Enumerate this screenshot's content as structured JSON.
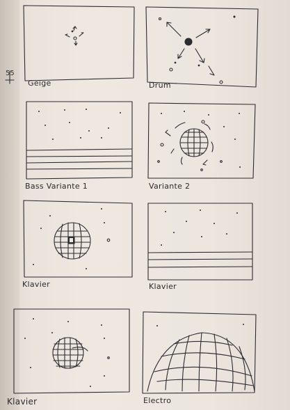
{
  "margin_note": "55",
  "panels": [
    {
      "caption": "Geige"
    },
    {
      "caption": "Drum"
    },
    {
      "caption": "Bass Variante 1"
    },
    {
      "caption": "Variante 2"
    },
    {
      "caption": "Klavier"
    },
    {
      "caption": "Klavier"
    },
    {
      "caption": "Klavier"
    },
    {
      "caption": "Electro"
    }
  ],
  "ink_color": "#2b2b30"
}
